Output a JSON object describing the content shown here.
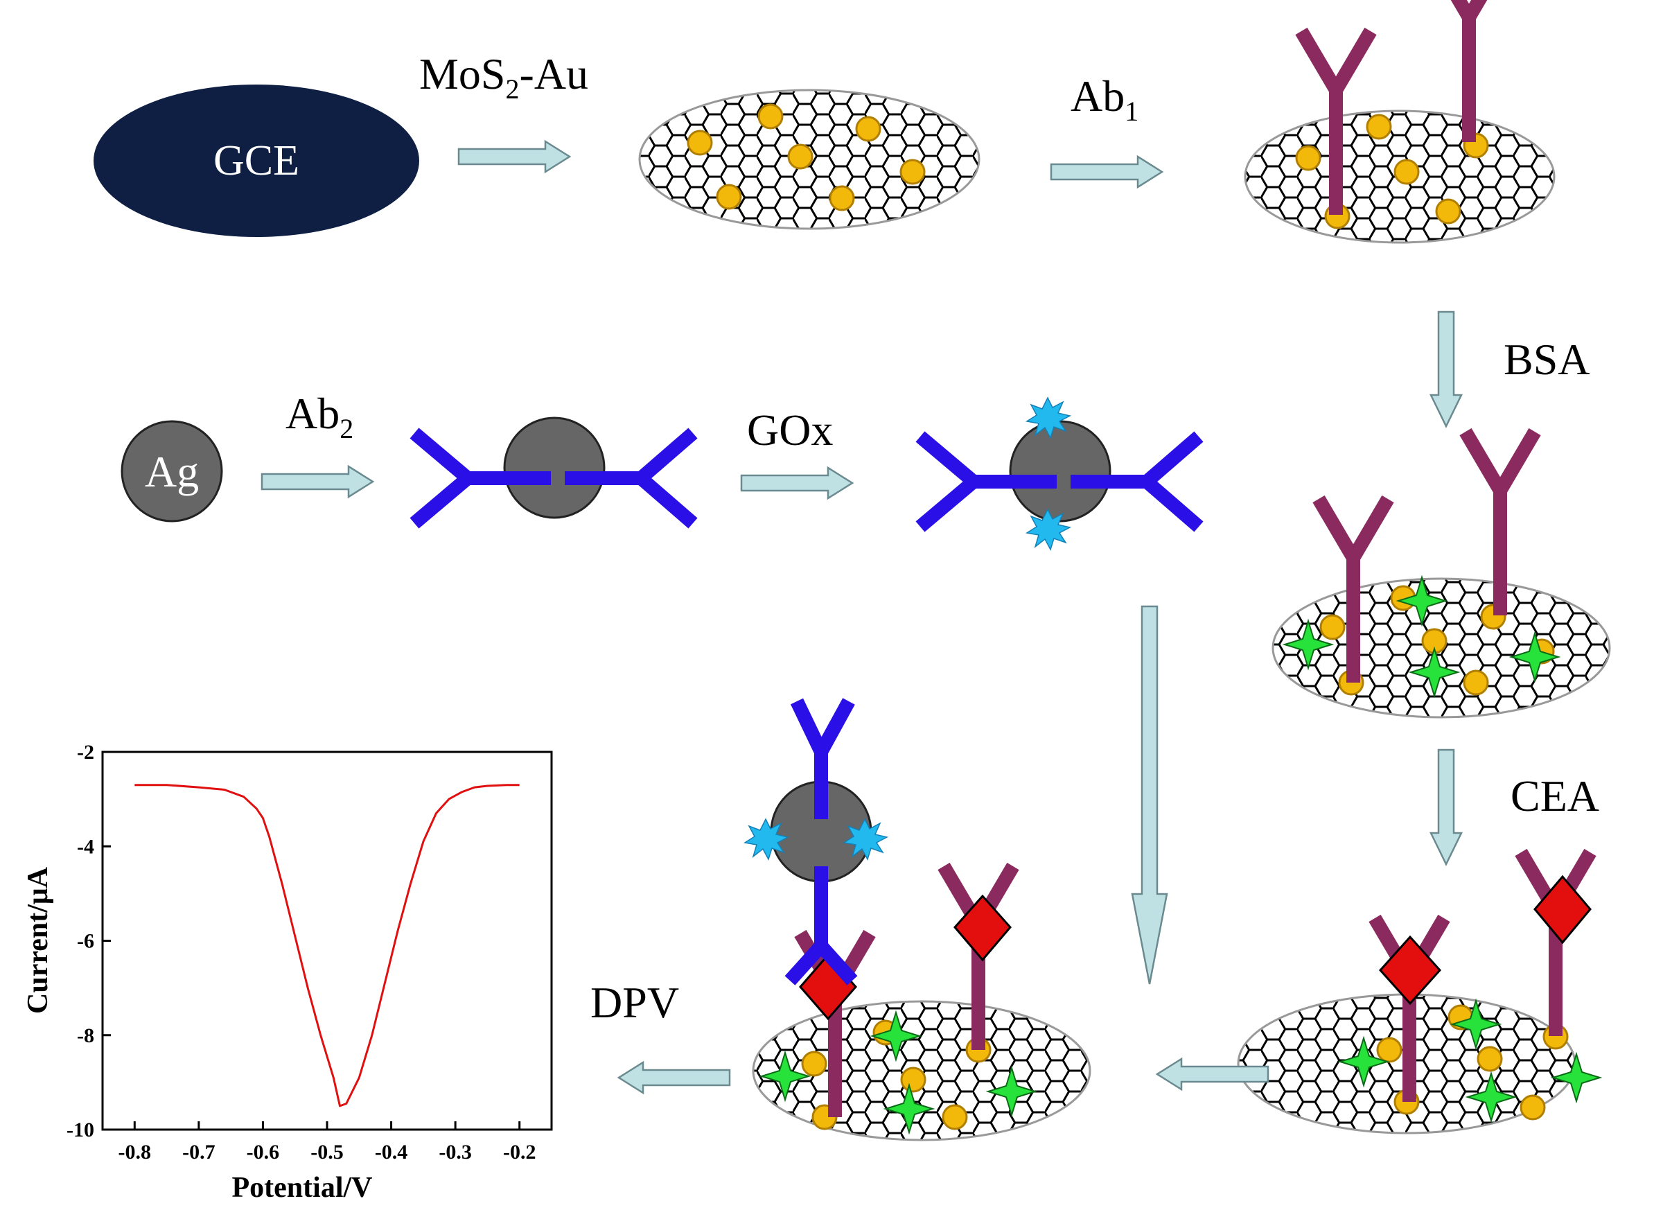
{
  "labels": {
    "mos2_prefix": "MoS",
    "mos2_sub": "2",
    "mos2_suffix": "-Au",
    "ab1_main": "Ab",
    "ab1_sub": "1",
    "bsa": "BSA",
    "ab2_main": "Ab",
    "ab2_sub": "2",
    "gox": "GOx",
    "cea": "CEA",
    "dpv": "DPV",
    "gce": "GCE",
    "ag": "Ag"
  },
  "colors": {
    "electrode": "#0f1f44",
    "arrow_fill": "#bfe1e4",
    "arrow_stroke": "#6a8a8f",
    "gold": "#f2b90a",
    "ab1": "#8b2a5e",
    "ab2": "#2a10e6",
    "gox": "#21b9ee",
    "bsa": "#27e23a",
    "cea": "#e30f0f",
    "ag_particle": "#666666",
    "curve": "#e01010"
  },
  "chart_data": {
    "type": "line",
    "title": "",
    "xlabel": "Potential/V",
    "ylabel": "Current/μA",
    "xlim": [
      -0.85,
      -0.15
    ],
    "ylim": [
      -10,
      -2
    ],
    "xticks": [
      -0.8,
      -0.7,
      -0.6,
      -0.5,
      -0.4,
      -0.3,
      -0.2
    ],
    "xtick_labels": [
      "-0.8",
      "-0.7",
      "-0.6",
      "-0.5",
      "-0.4",
      "-0.3",
      "-0.2"
    ],
    "yticks": [
      -10,
      -8,
      -6,
      -4,
      -2
    ],
    "ytick_labels": [
      "-10",
      "-8",
      "-6",
      "-4",
      "-2"
    ],
    "grid": false,
    "series": [
      {
        "x": [
          -0.8,
          -0.75,
          -0.7,
          -0.66,
          -0.63,
          -0.61,
          -0.6,
          -0.59,
          -0.57,
          -0.55,
          -0.53,
          -0.51,
          -0.49,
          -0.48,
          -0.47,
          -0.45,
          -0.43,
          -0.41,
          -0.39,
          -0.37,
          -0.35,
          -0.33,
          -0.31,
          -0.29,
          -0.27,
          -0.25,
          -0.22,
          -0.2
        ],
        "y": [
          -2.7,
          -2.7,
          -2.75,
          -2.8,
          -2.95,
          -3.2,
          -3.4,
          -3.8,
          -4.8,
          -5.9,
          -7.0,
          -8.0,
          -8.9,
          -9.5,
          -9.45,
          -8.9,
          -8.0,
          -6.9,
          -5.8,
          -4.8,
          -3.9,
          -3.3,
          -3.0,
          -2.85,
          -2.75,
          -2.72,
          -2.7,
          -2.7
        ]
      }
    ]
  }
}
